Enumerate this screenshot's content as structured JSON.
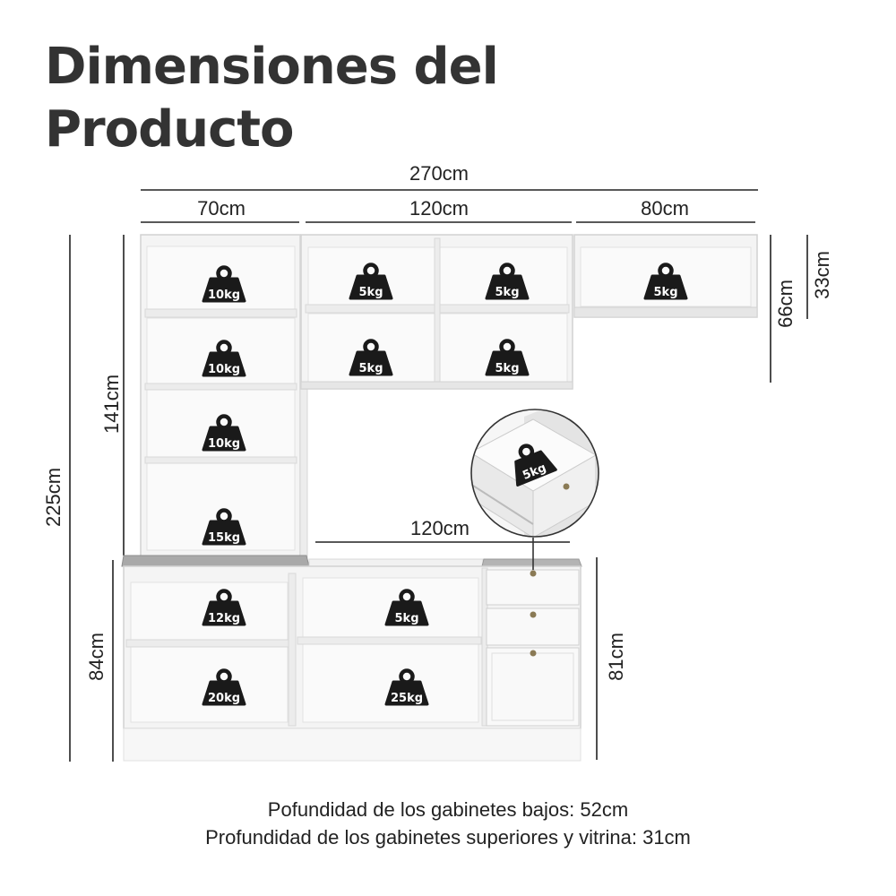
{
  "title": {
    "line1": "Dimensiones del",
    "line2": "Producto"
  },
  "dimensions": {
    "total_width": "270cm",
    "tall_width": "70cm",
    "upper_width": "120cm",
    "right_upper_width": "80cm",
    "base_width": "120cm",
    "total_height": "225cm",
    "tall_height": "141cm",
    "base_height_left": "84cm",
    "base_height_right": "81cm",
    "right_upper_height": "66cm",
    "right_upper_inner_height": "33cm"
  },
  "loads": {
    "tall_1": "10kg",
    "tall_2": "10kg",
    "tall_3": "10kg",
    "tall_4": "15kg",
    "upper_1": "5kg",
    "upper_2": "5kg",
    "upper_3": "5kg",
    "upper_4": "5kg",
    "right_upper": "5kg",
    "drawer": "5kg",
    "base_left_top": "12kg",
    "base_left_bottom": "20kg",
    "base_mid_top": "5kg",
    "base_mid_bottom": "25kg"
  },
  "footer": {
    "line1": "Pofundidad de los gabinetes bajos: 52cm",
    "line2": "Profundidad de los gabinetes superiores y vitrina: 31cm"
  }
}
